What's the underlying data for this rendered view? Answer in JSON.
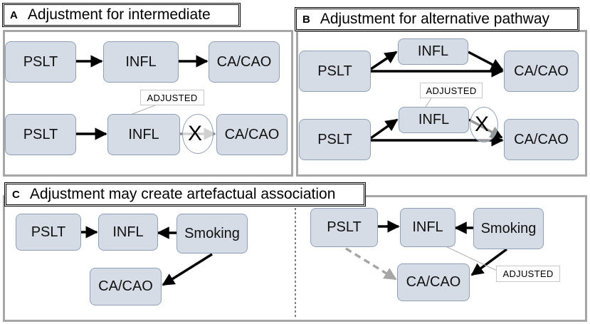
{
  "panels": {
    "a": {
      "letter": "A",
      "title": "Adjustment for intermediate"
    },
    "b": {
      "letter": "B",
      "title": "Adjustment for alternative pathway"
    },
    "c": {
      "letter": "C",
      "title": "Adjustment may create artefactual association"
    }
  },
  "nodes": {
    "pslt": "PSLT",
    "infl": "INFL",
    "ca_cao": "CA/CAO",
    "smoking": "Smoking"
  },
  "adjusted_label": "ADJUSTED",
  "blocked_mark": "X",
  "colors": {
    "node_fill": "#d6dce5",
    "node_border": "#8fa0b6",
    "panel_border": "#a6a6a6",
    "arrow": "#000000",
    "blocked_arrow": "#8c8c8c",
    "artefactual_arrow": "#a6a6a6"
  }
}
